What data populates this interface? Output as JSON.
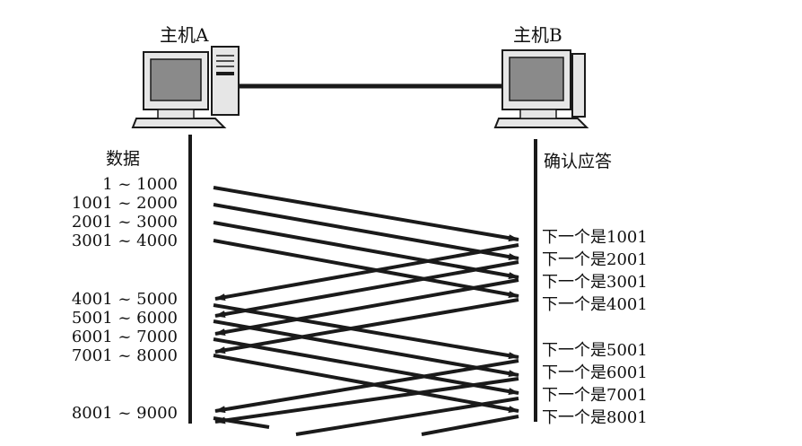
{
  "hosts": {
    "a": {
      "label": "主机A"
    },
    "b": {
      "label": "主机B"
    }
  },
  "columns": {
    "left_heading": "数据",
    "right_heading": "确认应答"
  },
  "data_segments": [
    "1 ~ 1000",
    "1001 ~ 2000",
    "2001 ~ 3000",
    "3001 ~ 4000",
    "4001 ~ 5000",
    "5001 ~ 6000",
    "6001 ~ 7000",
    "7001 ~ 8000",
    "8001 ~ 9000"
  ],
  "acks": [
    "下一个是1001",
    "下一个是2001",
    "下一个是3001",
    "下一个是4001",
    "下一个是5001",
    "下一个是6001",
    "下一个是7001",
    "下一个是8001"
  ],
  "colors": {
    "line": "#1a1a1a",
    "screen": "#8a8a8a",
    "casing": "#e6e6e6"
  }
}
